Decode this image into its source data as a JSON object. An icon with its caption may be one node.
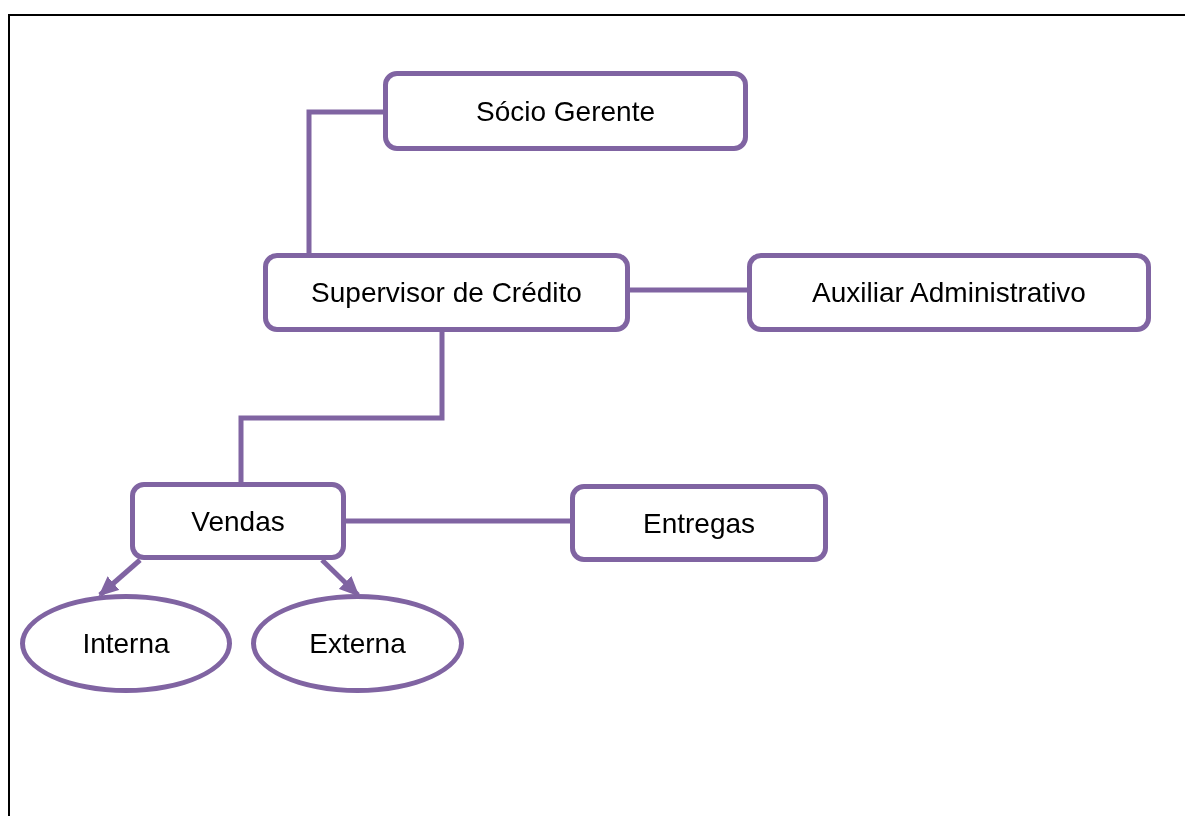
{
  "diagram": {
    "nodes": [
      {
        "text": [
          "Sócio Gerente"
        ]
      },
      {
        "text": [
          "Supervisor de Crédito"
        ]
      },
      {
        "text": [
          "Auxiliar Administrativo"
        ]
      },
      {
        "text": [
          "Vendas"
        ]
      },
      {
        "text": [
          "Entregas"
        ]
      },
      {
        "text": [
          "Interna"
        ]
      },
      {
        "text": [
          "Externa"
        ]
      }
    ],
    "edges": [
      {
        "from": 0,
        "to": 1,
        "arrow": "none"
      },
      {
        "from": 1,
        "to": 2,
        "arrow": "none"
      },
      {
        "from": 1,
        "to": 3,
        "arrow": "none"
      },
      {
        "from": 3,
        "to": 4,
        "arrow": "none"
      },
      {
        "from": 3,
        "to": 5,
        "arrow": "to"
      },
      {
        "from": 3,
        "to": 6,
        "arrow": "to"
      }
    ]
  }
}
